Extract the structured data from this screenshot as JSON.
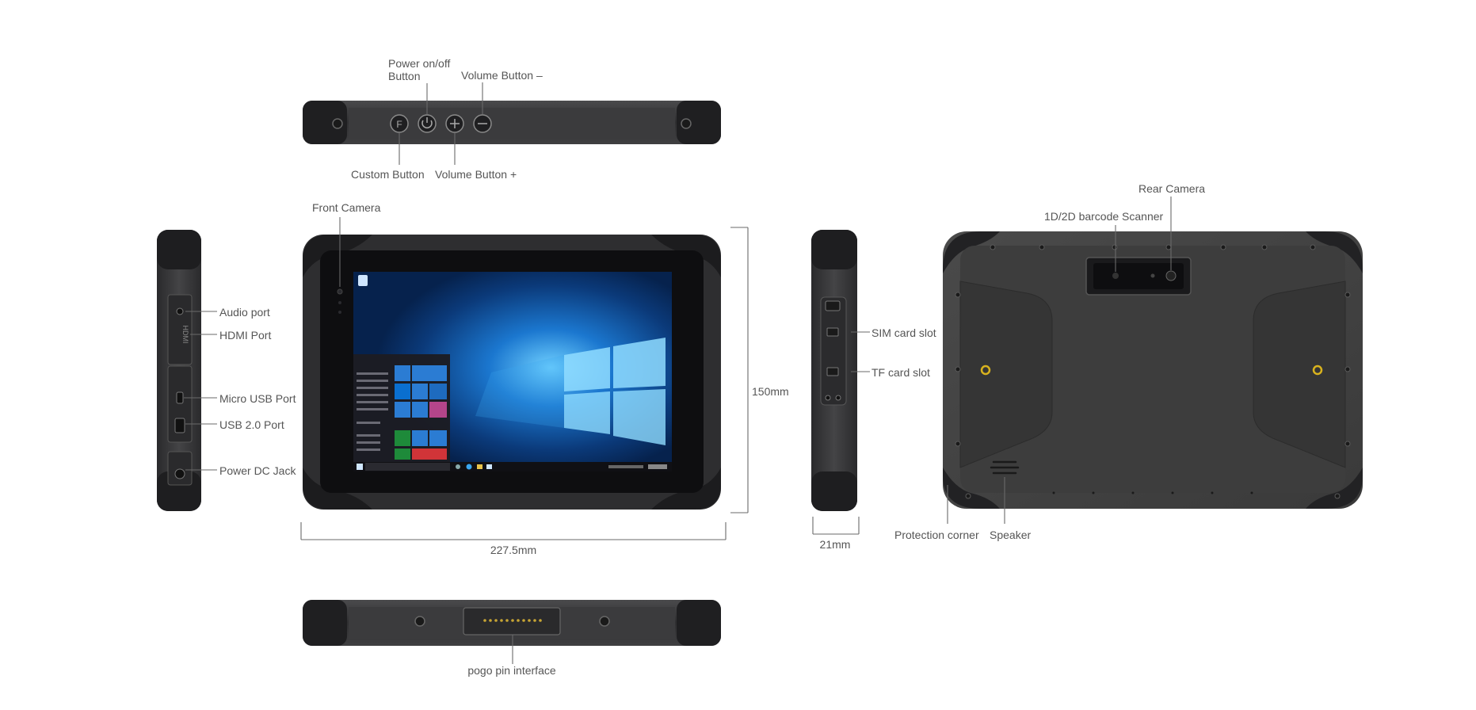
{
  "labels": {
    "power_button": [
      "Power on/off",
      "Button"
    ],
    "volume_minus": "Volume Button –",
    "custom_button": "Custom Button",
    "volume_plus": "Volume Button +",
    "front_camera": "Front Camera",
    "audio_port": "Audio port",
    "hdmi_port": "HDMI Port",
    "micro_usb_port": "Micro USB Port",
    "usb_port": "USB 2.0 Port",
    "power_dc_jack": "Power DC Jack",
    "sim_slot": "SIM card slot",
    "tf_slot": "TF card slot",
    "rear_camera": "Rear Camera",
    "barcode_scanner": "1D/2D barcode Scanner",
    "protection_corner": "Protection corner",
    "speaker": "Speaker",
    "pogo_pin": "pogo pin interface"
  },
  "dimensions": {
    "height": "150mm",
    "width": "227.5mm",
    "depth": "21mm"
  },
  "device_markings": {
    "hdmi": "HDMI"
  },
  "colors": {
    "body": "#3a3a3c",
    "body_dark": "#232325",
    "screen_blue": "#0f4c94",
    "accent_yellow": "#d8b21e",
    "tile_blue": "#2b7cd3",
    "label_gray": "#555555"
  }
}
